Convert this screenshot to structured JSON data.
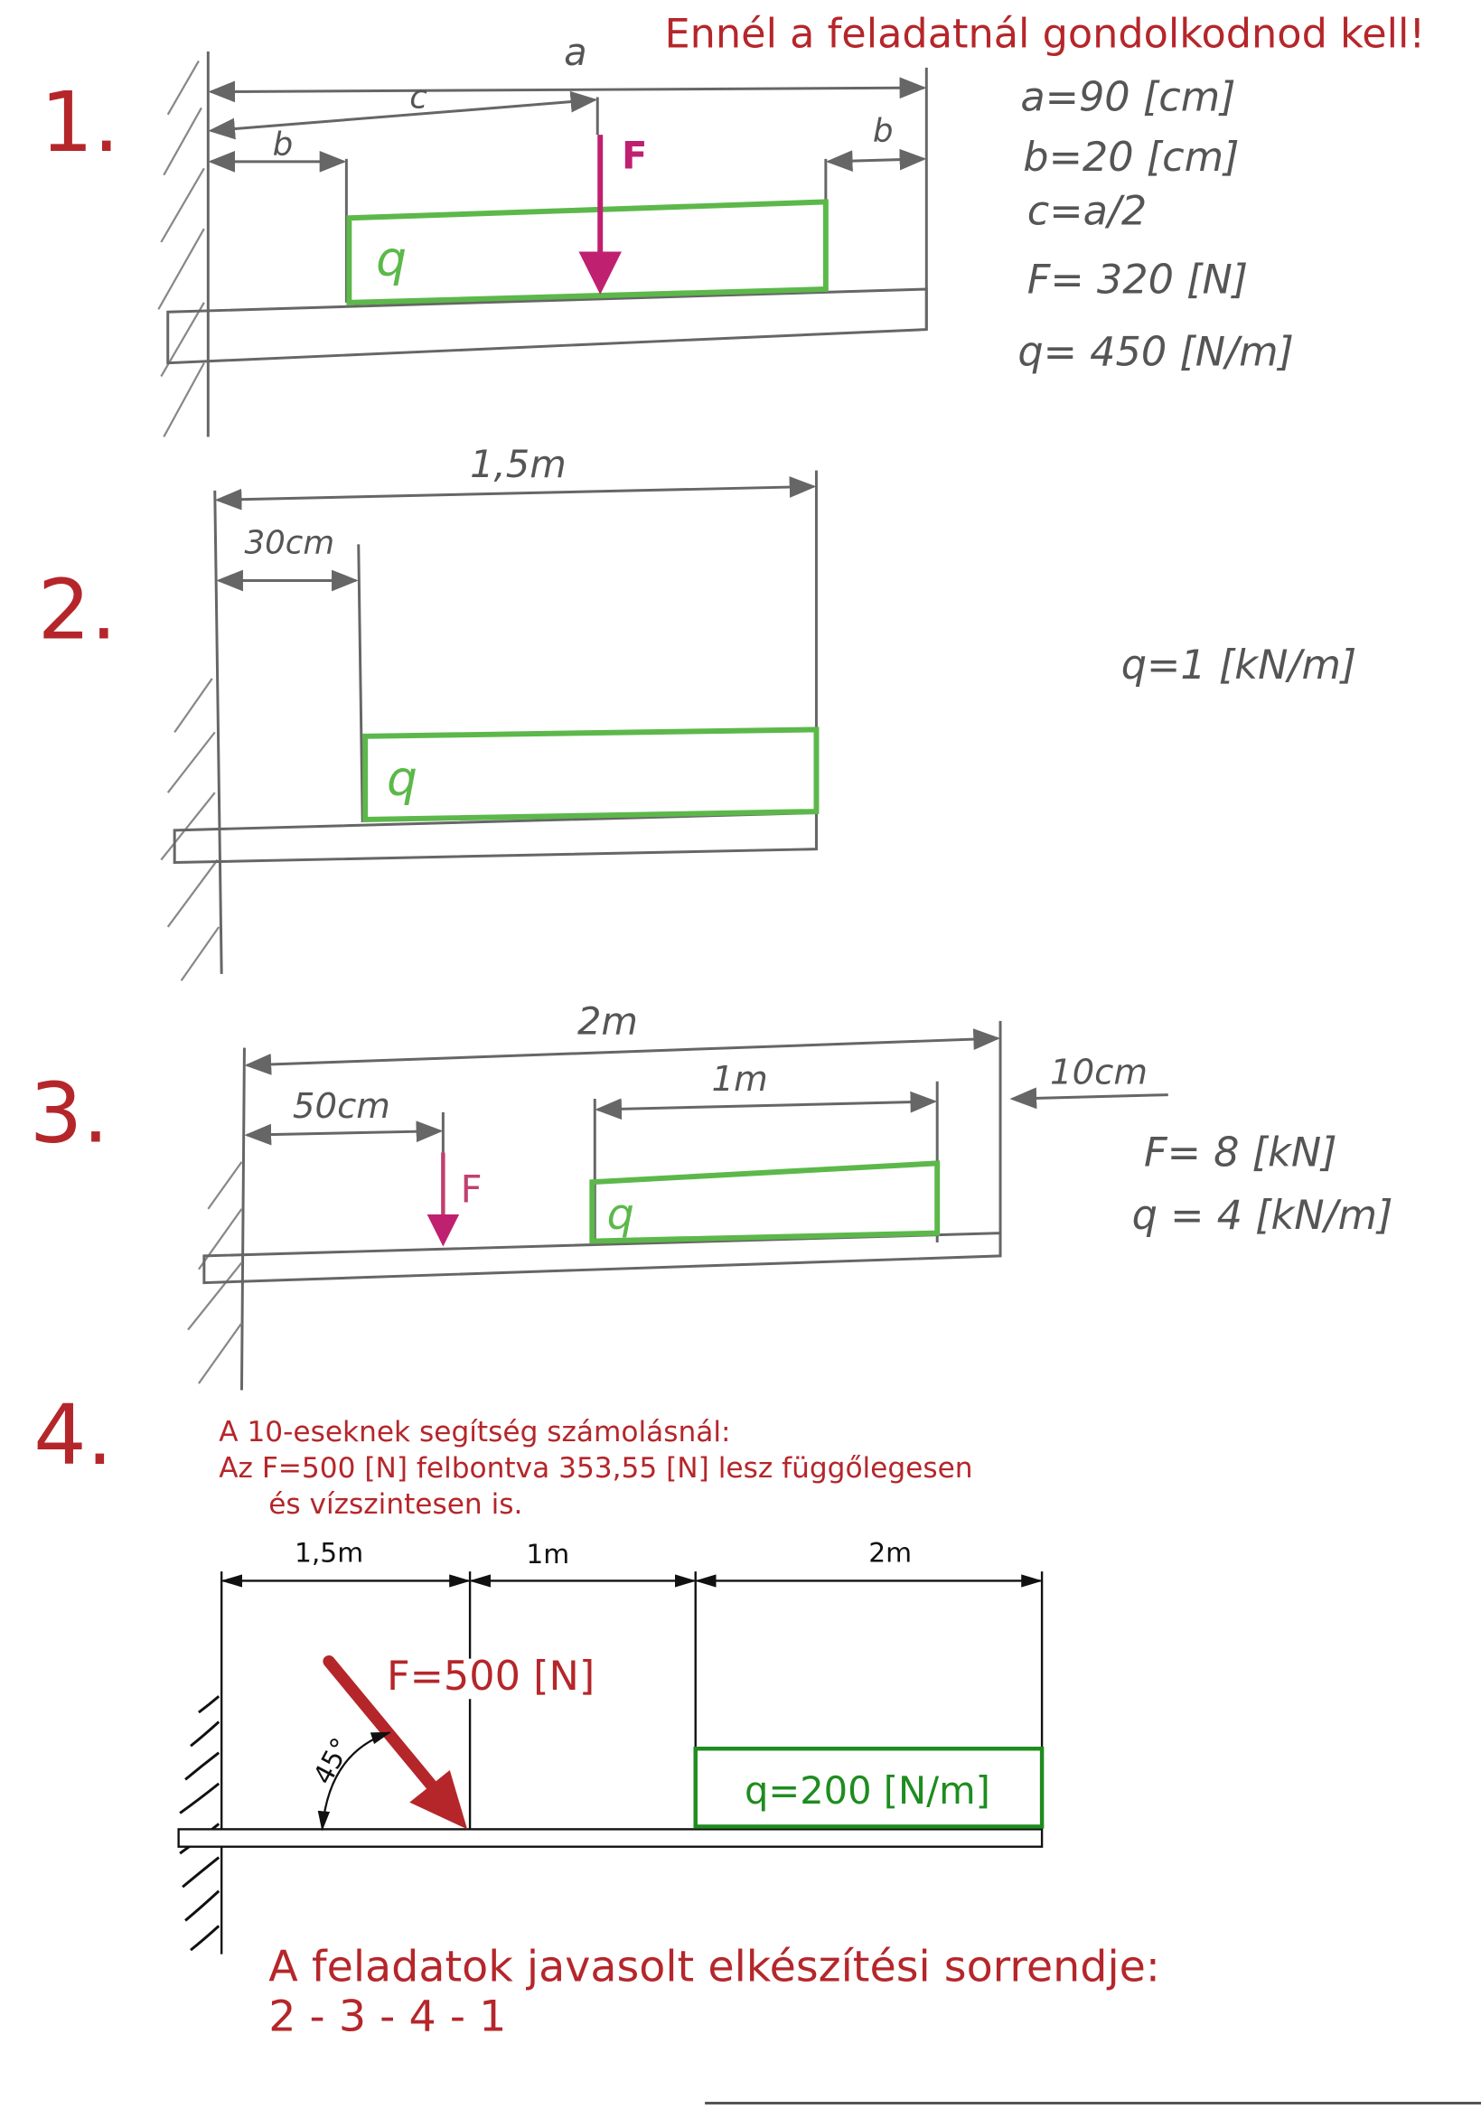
{
  "header": {
    "title": "Ennél a feladatnál gondolkodnod kell!"
  },
  "colors": {
    "red": "#b5262a",
    "green_pen": "#5cb84a",
    "green_print": "#1e8c1e",
    "magenta": "#c02070",
    "pencil": "#666666"
  },
  "task1": {
    "number": "1.",
    "dim_a": "a",
    "dim_c": "c",
    "dim_b_left": "b",
    "dim_b_right": "b",
    "force": "F",
    "load": "q",
    "givens": [
      "a=90 [cm]",
      "b=20 [cm]",
      "c=a/2",
      "F= 320 [N]",
      "q= 450 [N/m]"
    ]
  },
  "task2": {
    "number": "2.",
    "dim_total": "1,5m",
    "dim_offset": "30cm",
    "load": "q",
    "givens": [
      "q=1 [kN/m]"
    ]
  },
  "task3": {
    "number": "3.",
    "dim_total": "2m",
    "dim_force": "50cm",
    "dim_load": "1m",
    "dim_end": "10cm",
    "force": "F",
    "load": "q",
    "givens": [
      "F= 8 [kN]",
      "q = 4 [kN/m]"
    ]
  },
  "task4": {
    "number": "4.",
    "hint": [
      "A 10-eseknek segítség számolásnál:",
      "Az F=500 [N] felbontva 353,55 [N] lesz függőlegesen",
      "és vízszintesen is."
    ],
    "dims": [
      "1,5m",
      "1m",
      "2m"
    ],
    "force": "F=500 [N]",
    "angle": "45°",
    "load": "q=200 [N/m]"
  },
  "footer": {
    "line1": "A feladatok javasolt elkészítési sorrendje:",
    "line2": "2 - 3 - 4 - 1"
  }
}
